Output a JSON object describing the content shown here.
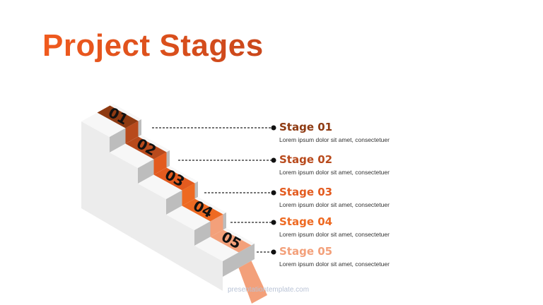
{
  "title": "Project Stages",
  "stages": [
    {
      "number": "01",
      "label": "Stage 01",
      "desc": "Lorem ipsum dolor sit amet, consectetuer",
      "color": "#8E3A12"
    },
    {
      "number": "02",
      "label": "Stage 02",
      "desc": "Lorem ipsum dolor sit amet, consectetuer",
      "color": "#B84A1C"
    },
    {
      "number": "03",
      "label": "Stage 03",
      "desc": "Lorem ipsum dolor sit amet, consectetuer",
      "color": "#E35B1F"
    },
    {
      "number": "04",
      "label": "Stage 04",
      "desc": "Lorem ipsum dolor sit amet, consectetuer",
      "color": "#EE6A22"
    },
    {
      "number": "05",
      "label": "Stage 05",
      "desc": "Lorem ipsum dolor sit amet, consectetuer",
      "color": "#F3A07A"
    }
  ],
  "watermark": "presentationtemplate.com"
}
